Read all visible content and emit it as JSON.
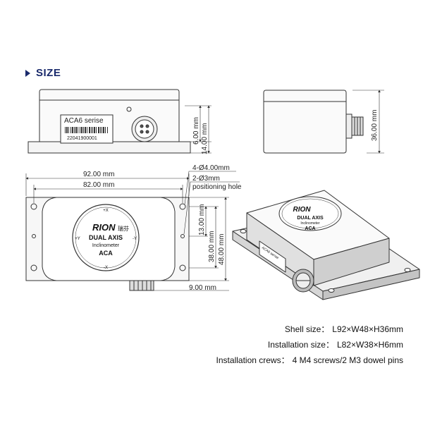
{
  "section_title": "SIZE",
  "front_view": {
    "label_text": "ACA6 serise",
    "serial": "22041900001",
    "dims": [
      "6.00 mm",
      "14.00 mm"
    ]
  },
  "side_view": {
    "dims": [
      "36.00 mm"
    ]
  },
  "top_view": {
    "dims": {
      "length_outer": "92.00 mm",
      "length_holes": "82.00 mm",
      "holes": "4-Ø4.00mm",
      "pins": "2-Ø3mm",
      "pins_note": "positioning hole",
      "width_13": "13.00 mm",
      "width_38": "38.00 mm",
      "width_48": "48.00 mm",
      "connector": "9.00 mm"
    },
    "logo_brand": "RION",
    "logo_cn": "瑞芬",
    "logo_line1": "DUAL AXIS",
    "logo_line2": "Inclinometer",
    "logo_line3": "ACA",
    "axis_marks": [
      "+X",
      "-X",
      "+Y",
      "-Y"
    ]
  },
  "perspective_view": {
    "logo_brand": "RION",
    "logo_line1": "DUAL AXIS",
    "logo_line2": "Inclinometer",
    "logo_line3": "ACA",
    "label_text": "ACA6 serise"
  },
  "specs": [
    {
      "label": "Shell size：",
      "value": "L92×W48×H36mm"
    },
    {
      "label": "Installation size：",
      "value": "L82×W38×H6mm"
    },
    {
      "label": "Installation crews：",
      "value": "4 M4 screws/2 M3 dowel pins"
    }
  ],
  "colors": {
    "heading": "#1a2a6c",
    "line": "#333333"
  }
}
